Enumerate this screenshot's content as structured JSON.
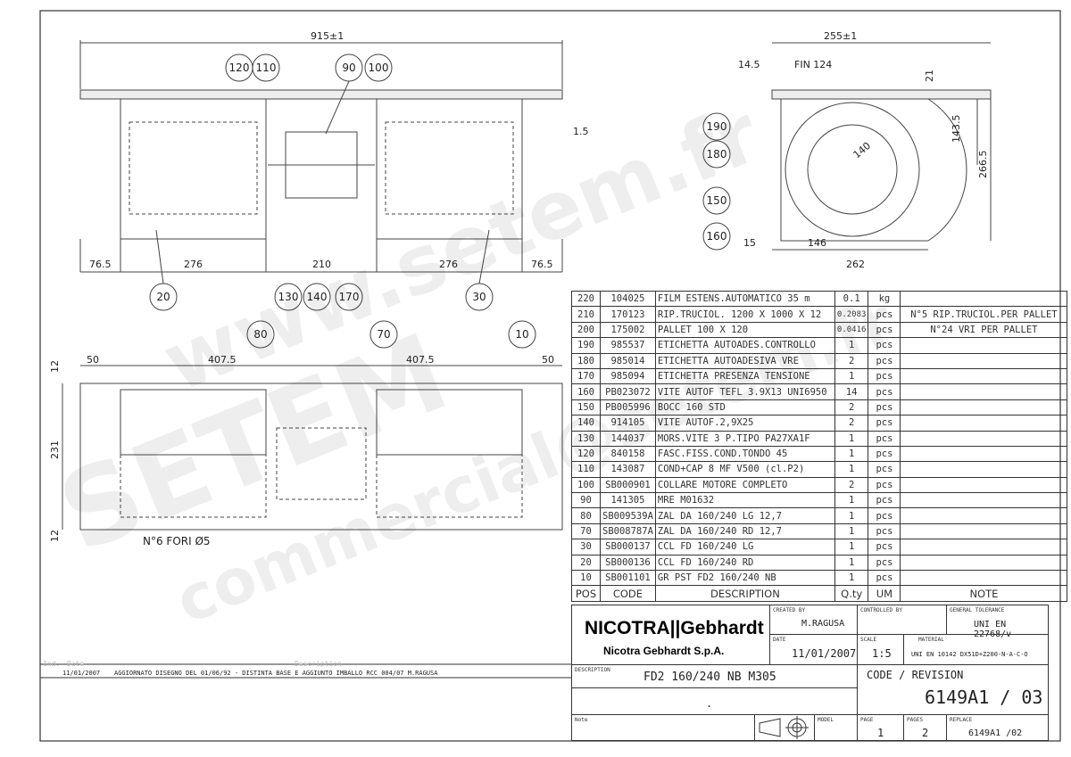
{
  "watermark": {
    "line1": "www.setem.fr",
    "line2": "SETEM",
    "line3": "commercial@setem.fr"
  },
  "front_view": {
    "dims": {
      "overall": "915±1",
      "left_margin": "76.5",
      "left_housing": "276",
      "middle": "210",
      "right_housing": "276",
      "right_margin": "76.5",
      "plate": "1.5"
    },
    "balloons": [
      "120",
      "110",
      "90",
      "100",
      "20",
      "130",
      "140",
      "170",
      "30"
    ]
  },
  "side_view": {
    "dims": {
      "overall": "255±1",
      "offset": "14.5",
      "fin": "FIN 124",
      "top": "21",
      "height_inner": "143.5",
      "height": "266.5",
      "radius": "140",
      "bottom_offset": "15",
      "bottom_mid": "146",
      "bottom": "262"
    },
    "balloons": [
      "190",
      "180",
      "150",
      "160"
    ]
  },
  "bottom_view": {
    "dims": {
      "left_edge": "50",
      "left_span": "407.5",
      "right_span": "407.5",
      "right_edge": "50",
      "top": "12",
      "height": "231",
      "bottom": "12",
      "holes": "N°6 FORI Ø5"
    },
    "balloons": [
      "80",
      "70",
      "10"
    ]
  },
  "bom": {
    "headers": {
      "pos": "POS",
      "code": "CODE",
      "description": "DESCRIPTION",
      "qty": "Q.ty",
      "um": "UM",
      "note": "NOTE"
    },
    "rows": [
      {
        "pos": "220",
        "code": "104025",
        "description": "FILM ESTENS.AUTOMATICO 35 m",
        "qty": "0.1",
        "um": "kg",
        "note": ""
      },
      {
        "pos": "210",
        "code": "170123",
        "description": "RIP.TRUCIOL. 1200 X 1000 X 12",
        "qty": "0.2083",
        "um": "pcs",
        "note": "N°5 RIP.TRUCIOL.PER PALLET"
      },
      {
        "pos": "200",
        "code": "175002",
        "description": "PALLET 100 X 120",
        "qty": "0.0416",
        "um": "pcs",
        "note": "N°24 VRI PER PALLET"
      },
      {
        "pos": "190",
        "code": "985537",
        "description": "ETICHETTA AUTOADES.CONTROLLO",
        "qty": "1",
        "um": "pcs",
        "note": ""
      },
      {
        "pos": "180",
        "code": "985014",
        "description": "ETICHETTA AUTOADESIVA VRE",
        "qty": "2",
        "um": "pcs",
        "note": ""
      },
      {
        "pos": "170",
        "code": "985094",
        "description": "ETICHETTA PRESENZA TENSIONE",
        "qty": "1",
        "um": "pcs",
        "note": ""
      },
      {
        "pos": "160",
        "code": "PB023072",
        "description": "VITE AUTOF TEFL 3.9X13 UNI6950",
        "qty": "14",
        "um": "pcs",
        "note": ""
      },
      {
        "pos": "150",
        "code": "PB005996",
        "description": "BOCC 160 STD",
        "qty": "2",
        "um": "pcs",
        "note": ""
      },
      {
        "pos": "140",
        "code": "914105",
        "description": "VITE AUTOF.2,9X25",
        "qty": "2",
        "um": "pcs",
        "note": ""
      },
      {
        "pos": "130",
        "code": "144037",
        "description": "MORS.VITE 3 P.TIPO PA27XA1F",
        "qty": "1",
        "um": "pcs",
        "note": ""
      },
      {
        "pos": "120",
        "code": "840158",
        "description": "FASC.FISS.COND.TONDO  45",
        "qty": "1",
        "um": "pcs",
        "note": ""
      },
      {
        "pos": "110",
        "code": "143087",
        "description": "COND+CAP 8 MF V500 (cl.P2)",
        "qty": "1",
        "um": "pcs",
        "note": ""
      },
      {
        "pos": "100",
        "code": "SB000901",
        "description": "COLLARE MOTORE COMPLETO",
        "qty": "2",
        "um": "pcs",
        "note": ""
      },
      {
        "pos": "90",
        "code": "141305",
        "description": "MRE M01632",
        "qty": "1",
        "um": "pcs",
        "note": ""
      },
      {
        "pos": "80",
        "code": "SB009539A",
        "description": "ZAL DA 160/240 LG   12,7",
        "qty": "1",
        "um": "pcs",
        "note": ""
      },
      {
        "pos": "70",
        "code": "SB008787A",
        "description": "ZAL DA 160/240 RD   12,7",
        "qty": "1",
        "um": "pcs",
        "note": ""
      },
      {
        "pos": "30",
        "code": "SB000137",
        "description": "CCL FD 160/240 LG",
        "qty": "1",
        "um": "pcs",
        "note": ""
      },
      {
        "pos": "20",
        "code": "SB000136",
        "description": "CCL FD 160/240 RD",
        "qty": "1",
        "um": "pcs",
        "note": ""
      },
      {
        "pos": "10",
        "code": "SB001101",
        "description": "GR PST FD2 160/240 NB",
        "qty": "1",
        "um": "pcs",
        "note": ""
      }
    ]
  },
  "title_block": {
    "logo": "NICOTRA||Gebhardt",
    "company": "Nicotra Gebhardt S.p.A.",
    "created_by_label": "CREATED BY",
    "created_by": "M.RAGUSA",
    "controlled_by_label": "CONTROLLED BY",
    "controlled_by": "",
    "tolerance_label": "GENERAL TOLERANCE",
    "tolerance": "UNI EN 22768/v",
    "date_label": "DATE",
    "date": "11/01/2007",
    "scale_label": "SCALE",
    "scale": "1:5",
    "material_label": "MATERIAL",
    "material": "UNI EN 10142 DX51D+Z200-N-A-C-O",
    "description_label": "DESCRIPTION",
    "description": "FD2 160/240 NB M305",
    "description2": ".",
    "code_revision_label": "CODE / REVISION",
    "code_revision": "6149A1 / 03",
    "note_label": "Note",
    "model_label": "MODEL",
    "page_label": "PAGE",
    "page": "1",
    "pages_label": "PAGES",
    "pages": "2",
    "replace_label": "REPLACE",
    "replace": "6149A1 /02"
  },
  "revision": {
    "ind_label": "Ind.",
    "date_label": "Date",
    "description_label": "Description",
    "date": "11/01/2007",
    "text": "AGGIORNATO DISEGNO DEL 01/06/92 - DISTINTA BASE E AGGIUNTO IMBALLO RCC 004/07 M.RAGUSA"
  }
}
